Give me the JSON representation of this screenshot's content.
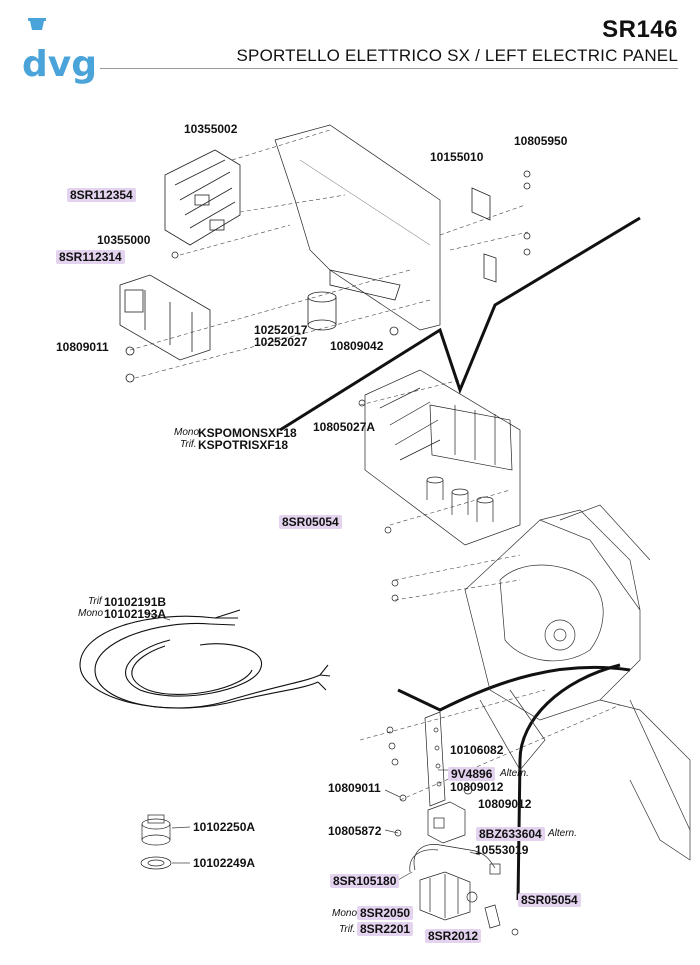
{
  "header": {
    "brand": "dvg",
    "code": "SR146",
    "subtitle": "SPORTELLO ELETTRICO SX / LEFT ELECTRIC PANEL"
  },
  "colors": {
    "brand": "#4aa3d9",
    "highlight": "#e3d3ef",
    "lines": "#222222"
  },
  "parts": {
    "p10355002": "10355002",
    "p8SR112354": "8SR112354",
    "p10355000": "10355000",
    "p8SR112314": "8SR112314",
    "p10809011a": "10809011",
    "p10155010": "10155010",
    "p10805950": "10805950",
    "p10252017": "10252017",
    "p10252027": "10252027",
    "p10809042": "10809042",
    "pKSPOMONSXF18": "KSPOMONSXF18",
    "pKSPOTRISXF18": "KSPOTRISXF18",
    "p10805027A": "10805027A",
    "p8SR05054a": "8SR05054",
    "p10102191B": "10102191B",
    "p10102193A": "10102193A",
    "p10102250A": "10102250A",
    "p10102249A": "10102249A",
    "p10106082": "10106082",
    "p9V4896": "9V4896",
    "p10809012a": "10809012",
    "p10809012b": "10809012",
    "p10809011b": "10809011",
    "p10805872": "10805872",
    "p8BZ633604": "8BZ633604",
    "p10553019": "10553019",
    "p8SR105180": "8SR105180",
    "p8SR2050": "8SR2050",
    "p8SR2201": "8SR2201",
    "p8SR2012": "8SR2012",
    "p8SR05054b": "8SR05054"
  },
  "notes": {
    "mono1": "Mono",
    "trif1": "Trif.",
    "trif2": "Trif",
    "mono2": "Mono",
    "altern1": "Altern.",
    "altern2": "Altern.",
    "mono3": "Mono",
    "trif3": "Trif."
  }
}
